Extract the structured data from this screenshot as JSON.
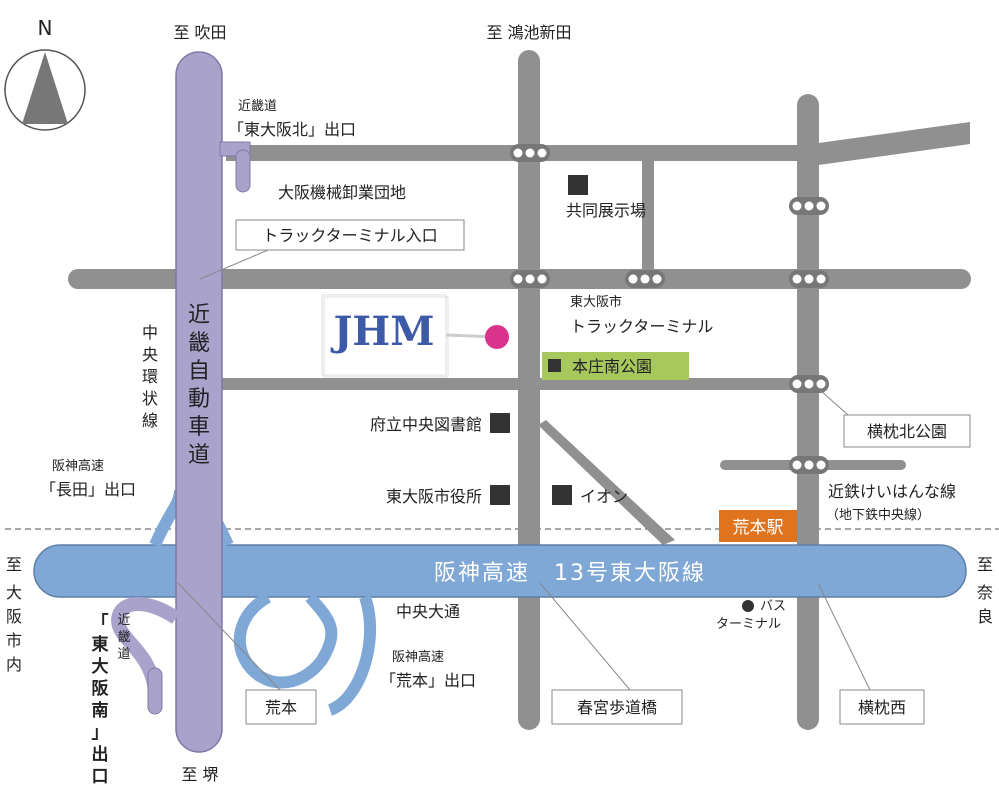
{
  "compass": {
    "label": "N"
  },
  "directions": {
    "to_suita": "至 吹田",
    "to_konoike": "至 鴻池新田",
    "to_sakai": "至 堺",
    "to_osaka_top": "至",
    "to_osaka_bottom": "大阪市内",
    "to_nara_top": "至",
    "to_nara_bottom": "奈良"
  },
  "expressways": {
    "kinki": "近畿自動車道",
    "hanshin13": "阪神高速　13号東大阪線"
  },
  "exits": {
    "kitashi_small": "近畿道",
    "kitashi": "「東大阪北」出口",
    "nagata_small": "阪神高速",
    "nagata": "「長田」出口",
    "aramoto_small": "阪神高速",
    "aramoto": "「荒本」出口",
    "minami_small": "近畿道",
    "minami_line1": "「東大阪南」",
    "minami_line2": "出口",
    "truck_entrance": "トラックターミナル入口"
  },
  "places": {
    "wholesale": "大阪機械卸業団地",
    "exhibition": "共同展示場",
    "terminal_city": "東大阪市",
    "terminal_name": "トラックターミナル",
    "honjo_park": "本庄南公園",
    "library": "府立中央図書館",
    "city_hall": "東大阪市役所",
    "aeon": "イオン",
    "yokomakura_park": "横枕北公園",
    "kintetsu": "近鉄けいはんな線",
    "subway": "（地下鉄中央線）",
    "aramoto_station": "荒本駅",
    "bus_line1": "バス",
    "bus_line2": "ターミナル",
    "chuo_dori": "中央大通",
    "chuo_kanjo": "中央環状線"
  },
  "callouts": {
    "aramoto": "荒本",
    "kasugu": "春宮歩道橋",
    "yokomakura_nishi": "横枕西"
  },
  "colors": {
    "road": "#909090",
    "kinki_expressway": "#a9a3cc",
    "hanshin_expressway": "#7fa8d6",
    "destination": "#d9338b",
    "station": "#e0741e",
    "park": "#a7c85c"
  }
}
